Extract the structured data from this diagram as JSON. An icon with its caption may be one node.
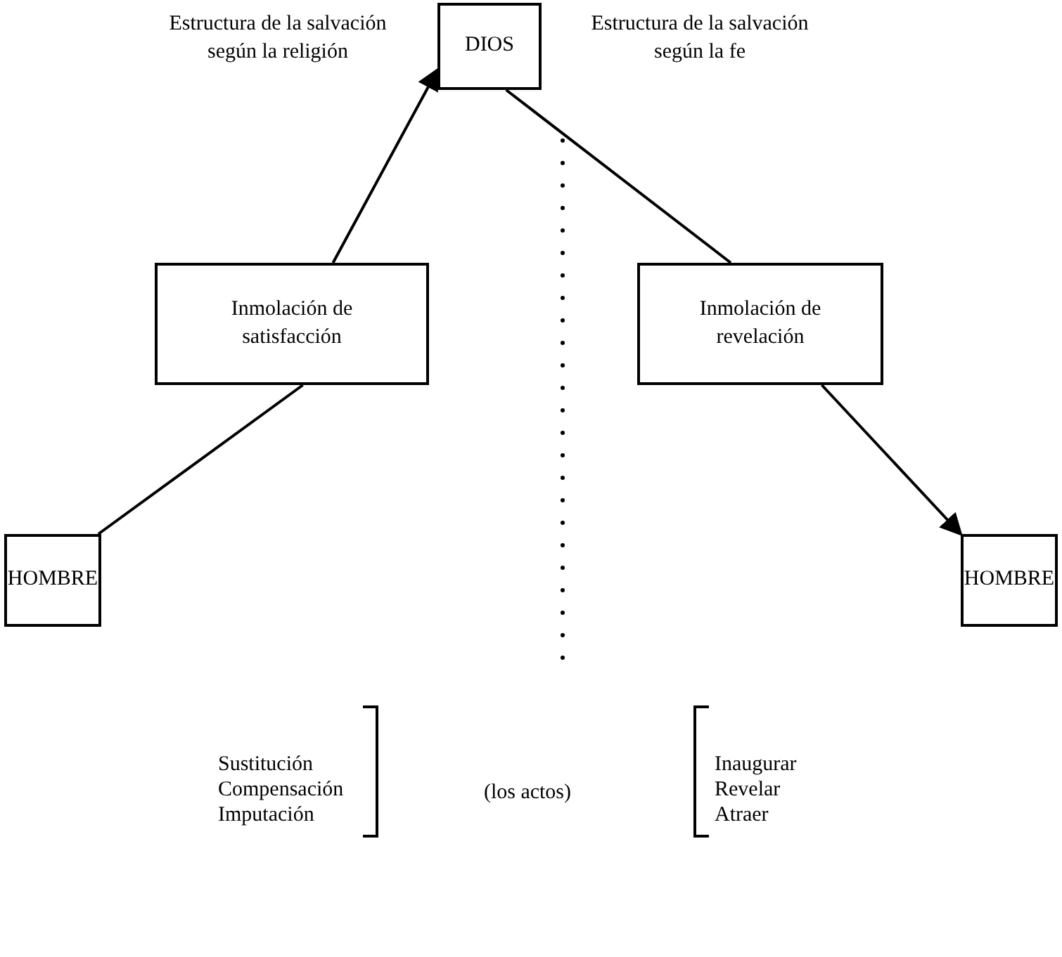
{
  "diagram": {
    "nodes": [
      {
        "text": [
          "DIOS"
        ]
      },
      {
        "text": [
          "Inmolación de satisfacción"
        ]
      },
      {
        "text": [
          "HOMBRE"
        ]
      },
      {
        "text": [
          "Inmolación de revelación"
        ]
      },
      {
        "text": [
          "HOMBRE"
        ]
      }
    ],
    "edges": [
      {
        "from": 2,
        "to": 1,
        "arrow": "none"
      },
      {
        "from": 1,
        "to": 0,
        "arrow": "to"
      },
      {
        "from": 0,
        "to": 3,
        "arrow": "none"
      },
      {
        "from": 3,
        "to": 4,
        "arrow": "to"
      }
    ],
    "labels": [
      "Estructura de la salvación según la religión",
      "Estructura de la salvación según la fe",
      "Sustitución Compensación Imputación",
      "(los actos)",
      "Inaugurar Revelar Atraer"
    ]
  }
}
